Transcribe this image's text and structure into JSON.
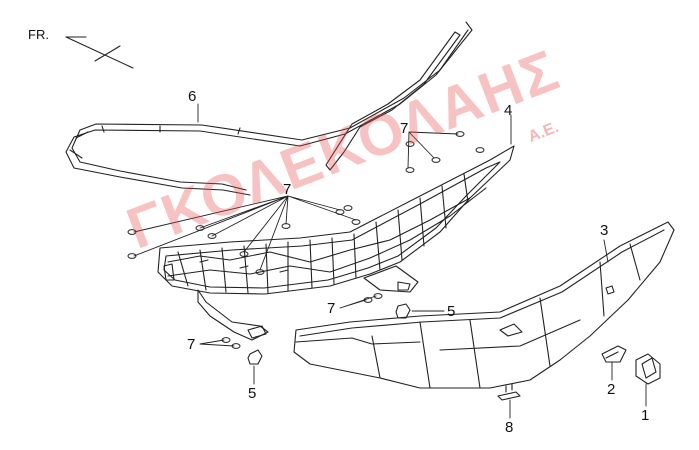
{
  "orientation": {
    "label": "FR."
  },
  "watermark": {
    "text": "ΓΚΟΛΕΚΟΛΑΗΣ",
    "suffix": "A.E."
  },
  "callouts": [
    "6",
    "4",
    "7",
    "7",
    "3",
    "7",
    "5",
    "7",
    "5",
    "2",
    "1",
    "8"
  ],
  "colors": {
    "line": "#222222",
    "watermark": "#e84646"
  }
}
